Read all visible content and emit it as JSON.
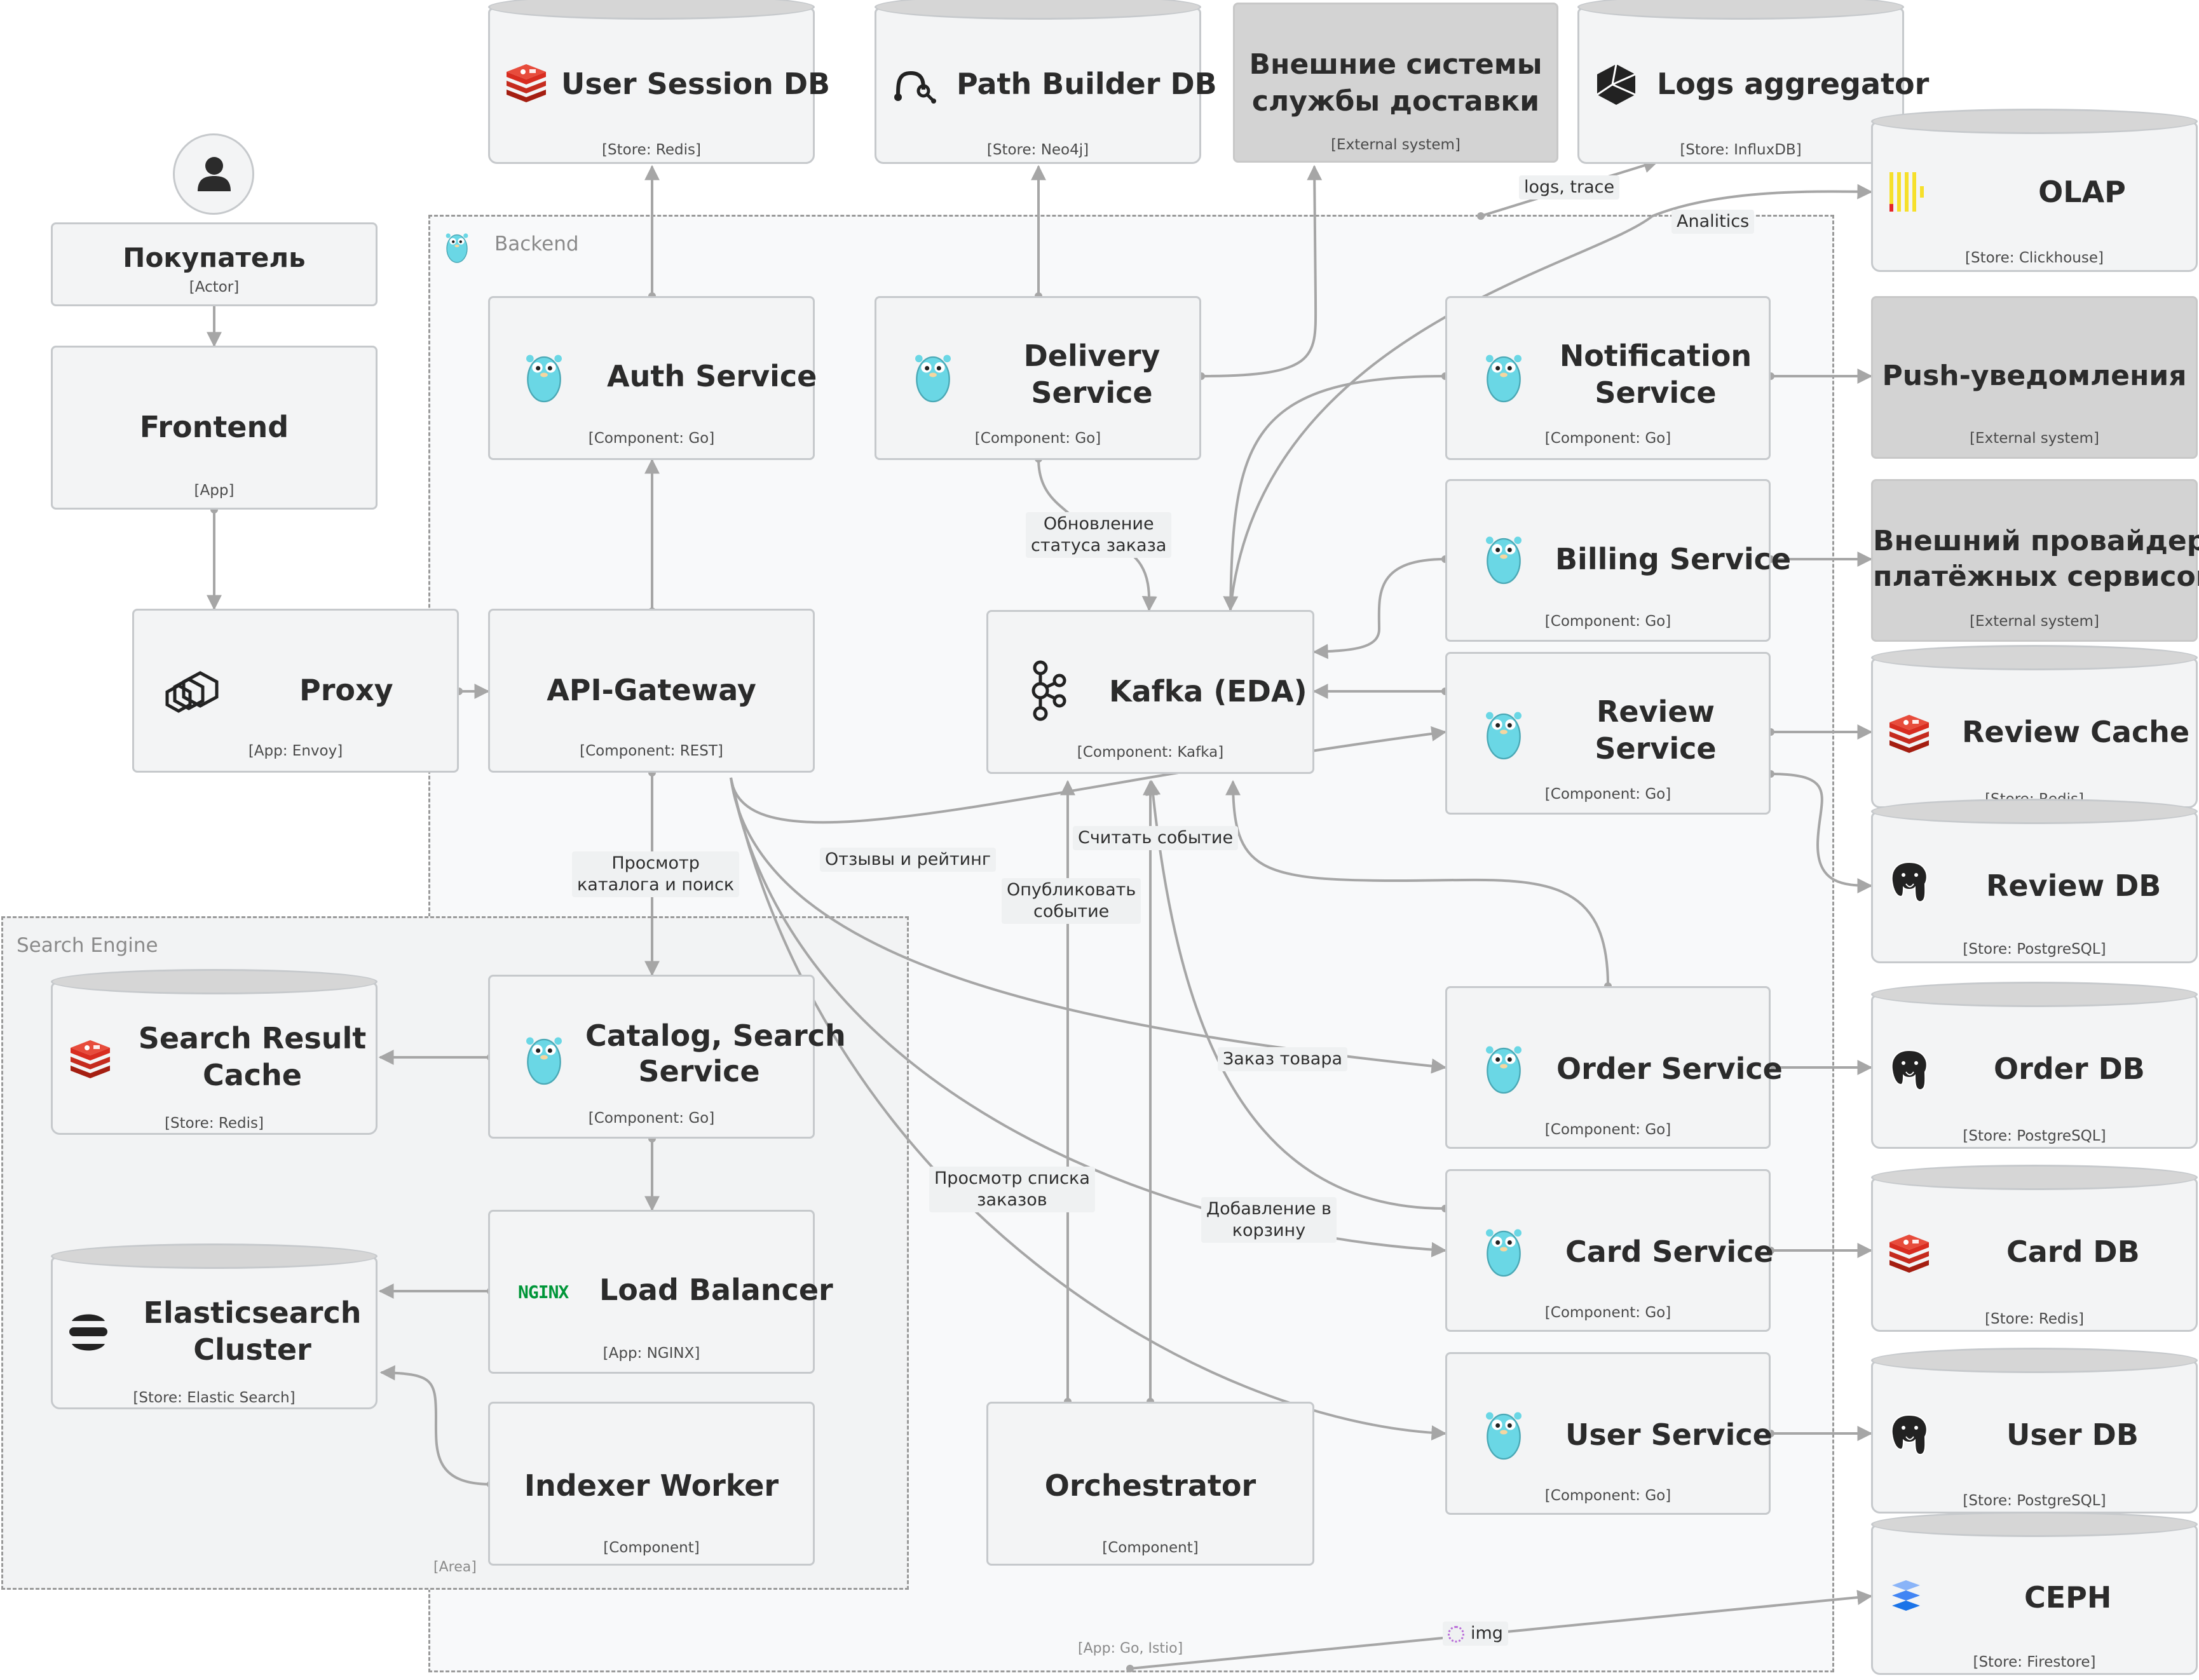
{
  "areas": {
    "backend": {
      "title": "Backend",
      "note": "[App: Go, Istio]"
    },
    "search_engine": {
      "title": "Search Engine",
      "note": "[Area]"
    }
  },
  "nodes": {
    "user_session_db": {
      "title": "User Session DB",
      "tech": "[Store: Redis]",
      "icon": "redis-icon"
    },
    "path_builder_db": {
      "title": "Path Builder DB",
      "tech": "[Store: Neo4j]",
      "icon": "neo4j-icon"
    },
    "delivery_systems": {
      "title_lines": [
        "Внешние системы",
        "службы доставки"
      ],
      "tech": "[External system]"
    },
    "logs_aggregator": {
      "title": "Logs aggregator",
      "tech": "[Store: InfluxDB]",
      "icon": "influxdb-icon"
    },
    "olap": {
      "title": "OLAP",
      "tech": "[Store: Clickhouse]",
      "icon": "clickhouse-icon"
    },
    "buyer": {
      "title": "Покупатель",
      "tech": "[Actor]",
      "icon": "person-icon"
    },
    "frontend": {
      "title": "Frontend",
      "tech": "[App]"
    },
    "auth_service": {
      "title": "Auth Service",
      "tech": "[Component: Go]",
      "icon": "gopher-icon"
    },
    "delivery_service": {
      "title_lines": [
        "Delivery",
        "Service"
      ],
      "tech": "[Component: Go]",
      "icon": "gopher-icon"
    },
    "notification_service": {
      "title_lines": [
        "Notification",
        "Service"
      ],
      "tech": "[Component: Go]",
      "icon": "gopher-icon"
    },
    "push": {
      "title": "Push-уведомления",
      "tech": "[External system]"
    },
    "billing_service": {
      "title": "Billing Service",
      "tech": "[Component: Go]",
      "icon": "gopher-icon"
    },
    "payment_provider": {
      "title_lines": [
        "Внешний провайдер",
        "платёжных сервисов"
      ],
      "tech": "[External system]"
    },
    "proxy": {
      "title": "Proxy",
      "tech": "[App: Envoy]",
      "icon": "envoy-icon"
    },
    "api_gateway": {
      "title": "API-Gateway",
      "tech": "[Component: REST]"
    },
    "kafka": {
      "title": "Kafka (EDA)",
      "tech": "[Component: Kafka]",
      "icon": "kafka-icon"
    },
    "review_service": {
      "title_lines": [
        "Review",
        "Service"
      ],
      "tech": "[Component: Go]",
      "icon": "gopher-icon"
    },
    "review_cache": {
      "title": "Review Cache",
      "tech": "[Store: Redis]",
      "icon": "redis-icon"
    },
    "review_db": {
      "title": "Review DB",
      "tech": "[Store: PostgreSQL]",
      "icon": "postgresql-icon"
    },
    "search_result_cache": {
      "title_lines": [
        "Search Result",
        "Cache"
      ],
      "tech": "[Store: Redis]",
      "icon": "redis-icon"
    },
    "catalog_search": {
      "title_lines": [
        "Catalog, Search",
        "Service"
      ],
      "tech": "[Component: Go]",
      "icon": "gopher-icon"
    },
    "order_service": {
      "title": "Order Service",
      "tech": "[Component: Go]",
      "icon": "gopher-icon"
    },
    "order_db": {
      "title": "Order DB",
      "tech": "[Store: PostgreSQL]",
      "icon": "postgresql-icon"
    },
    "elasticsearch": {
      "title_lines": [
        "Elasticsearch",
        "Cluster"
      ],
      "tech": "[Store: Elastic Search]",
      "icon": "elastic-icon"
    },
    "load_balancer": {
      "title": "Load Balancer",
      "tech": "[App: NGINX]",
      "icon": "nginx-icon",
      "icon_text": "NGINX"
    },
    "card_service": {
      "title": "Card Service",
      "tech": "[Component: Go]",
      "icon": "gopher-icon"
    },
    "card_db": {
      "title": "Card DB",
      "tech": "[Store: Redis]",
      "icon": "redis-icon"
    },
    "indexer_worker": {
      "title": "Indexer Worker",
      "tech": "[Component]"
    },
    "orchestrator": {
      "title": "Orchestrator",
      "tech": "[Component]"
    },
    "user_service": {
      "title": "User Service",
      "tech": "[Component: Go]",
      "icon": "gopher-icon"
    },
    "user_db": {
      "title": "User DB",
      "tech": "[Store: PostgreSQL]",
      "icon": "postgresql-icon"
    },
    "ceph": {
      "title": "CEPH",
      "tech": "[Store: Firestore]",
      "icon": "ceph-icon"
    }
  },
  "edge_labels": {
    "logs_trace": "logs, trace",
    "analytics": "Analitics",
    "status_update": [
      "Обновление",
      "статуса заказа"
    ],
    "catalog_browse": [
      "Просмотр",
      "каталога и поиск"
    ],
    "reviews_rating": "Отзывы и рейтинг",
    "read_event": "Считать событие",
    "publish_event": [
      "Опубликовать",
      "событие"
    ],
    "order_item": "Заказ товара",
    "view_orders": [
      "Просмотр списка",
      "заказов"
    ],
    "add_to_cart": [
      "Добавление в",
      "корзину"
    ],
    "img": "img"
  },
  "colors": {
    "node_fill": "#f3f4f5",
    "external_fill": "#d3d3d3",
    "border": "#c6c9cc",
    "wire": "#a6a6a6",
    "text": "#2b2b2b",
    "redis_red": "#d82c20",
    "gopher_cyan": "#6ad7e5",
    "nginx_green": "#009639",
    "clickhouse_yellow": "#f6e02b"
  }
}
